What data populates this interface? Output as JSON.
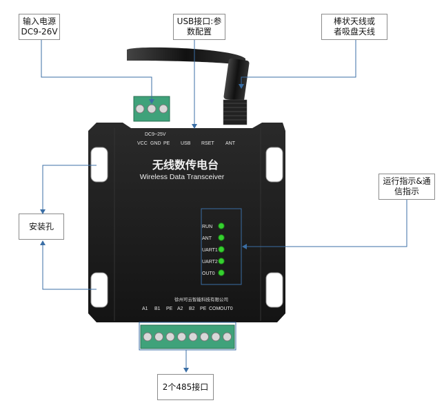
{
  "callouts": {
    "power": "输入电源\nDC9-26V",
    "usb": "USB接口:参\n数配置",
    "antenna": "棒状天线或\n者吸盘天线",
    "indicators": "运行指示&通\n信指示",
    "mount": "安装孔",
    "rs485": "2个485接口"
  },
  "device": {
    "title_cn": "无线数传电台",
    "title_en": "Wireless Data Transceiver",
    "company": "徐州可云智能科技有限公司",
    "top_voltage": "DC9~25V",
    "top_labels": [
      "VCC",
      "GND",
      "PE",
      "USB",
      "RSET",
      "ANT"
    ],
    "leds": [
      "RUN",
      "ANT",
      "UART1",
      "UART2",
      "OUT0"
    ],
    "bottom_labels": [
      "A1",
      "B1",
      "PE",
      "A2",
      "B2",
      "PE",
      "COM",
      "OUT0"
    ]
  },
  "colors": {
    "housing": "#1c1c1c",
    "terminal": "#3fa27a",
    "led": "#35d12f",
    "callout_line": "#3a6ea5"
  }
}
